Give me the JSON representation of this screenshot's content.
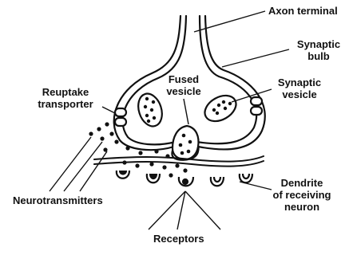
{
  "labels": {
    "axon_terminal": "Axon terminal",
    "synaptic_bulb_line1": "Synaptic",
    "synaptic_bulb_line2": "bulb",
    "synaptic_vesicle_line1": "Synaptic",
    "synaptic_vesicle_line2": "vesicle",
    "fused_vesicle_line1": "Fused",
    "fused_vesicle_line2": "vesicle",
    "reuptake_line1": "Reuptake",
    "reuptake_line2": "transporter",
    "dendrite_line1": "Dendrite",
    "dendrite_line2": "of receiving",
    "dendrite_line3": "neuron",
    "neurotransmitters": "Neurotransmitters",
    "receptors": "Receptors"
  },
  "colors": {
    "ink": "#111111",
    "background": "#ffffff"
  }
}
